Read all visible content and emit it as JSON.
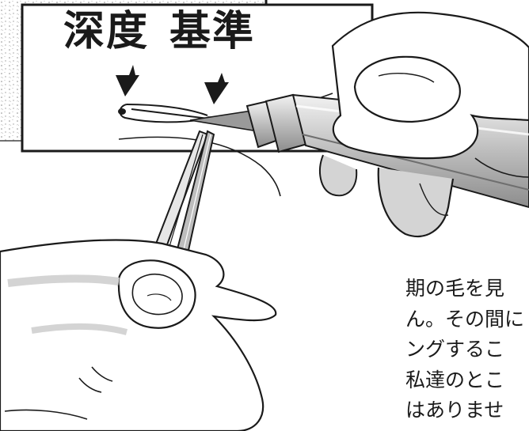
{
  "labels": {
    "depth": "深度",
    "base": "基準"
  },
  "body_text": {
    "lines": [
      "期の毛を見",
      "ん。その間に",
      "ングするこ",
      "私達のとこ",
      "はありませ"
    ]
  },
  "icons": [
    "arrow-down-icon",
    "tweezers-icon",
    "hand-icon",
    "epilation-probe-icon"
  ],
  "colors": {
    "ink": "#1a1a1a",
    "skin_shade": "#d4d4d4",
    "paper": "#ffffff"
  }
}
